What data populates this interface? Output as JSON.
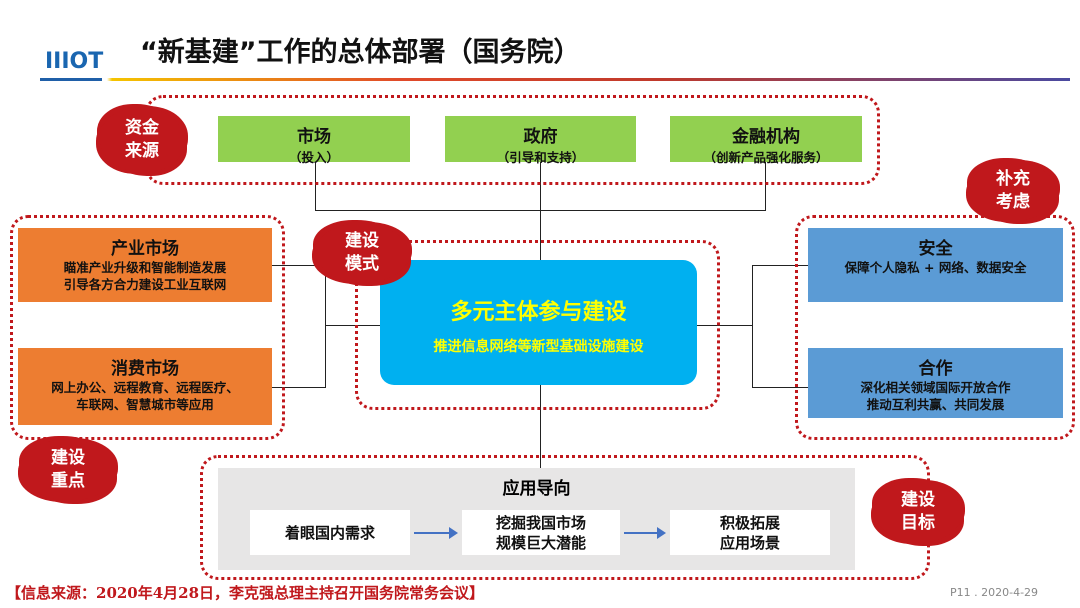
{
  "header": {
    "logo": "IIIOT",
    "title": "“新基建”工作的总体部署（国务院）"
  },
  "funding": {
    "badge": [
      "资金",
      "来源"
    ],
    "items": [
      {
        "title": "市场",
        "sub": "（投入）"
      },
      {
        "title": "政府",
        "sub": "（引导和支持）"
      },
      {
        "title": "金融机构",
        "sub": "（创新产品强化服务）"
      }
    ]
  },
  "mode": {
    "badge": [
      "建设",
      "模式"
    ],
    "title": "多元主体参与建设",
    "sub": "推进信息网络等新型基础设施建设"
  },
  "focus": {
    "badge": [
      "建设",
      "重点"
    ],
    "items": [
      {
        "title": "产业市场",
        "lines": [
          "瞄准产业升级和智能制造发展",
          "引导各方合力建设工业互联网"
        ]
      },
      {
        "title": "消费市场",
        "lines": [
          "网上办公、远程教育、远程医疗、",
          "车联网、智慧城市等应用"
        ]
      }
    ]
  },
  "extra": {
    "badge": [
      "补充",
      "考虑"
    ],
    "items": [
      {
        "title": "安全",
        "lines": [
          "保障个人隐私 + 网络、数据安全"
        ]
      },
      {
        "title": "合作",
        "lines": [
          "深化相关领域国际开放合作",
          "推动互利共赢、共同发展"
        ]
      }
    ]
  },
  "goal": {
    "badge": [
      "建设",
      "目标"
    ],
    "title": "应用导向",
    "steps": [
      [
        "着眼国内需求"
      ],
      [
        "挖掘我国市场",
        "规模巨大潜能"
      ],
      [
        "积极拓展",
        "应用场景"
      ]
    ]
  },
  "footer": {
    "source": "【信息来源：2020年4月28日，李克强总理主持召开国务院常务会议】",
    "page": "P11 . 2020-4-29"
  }
}
